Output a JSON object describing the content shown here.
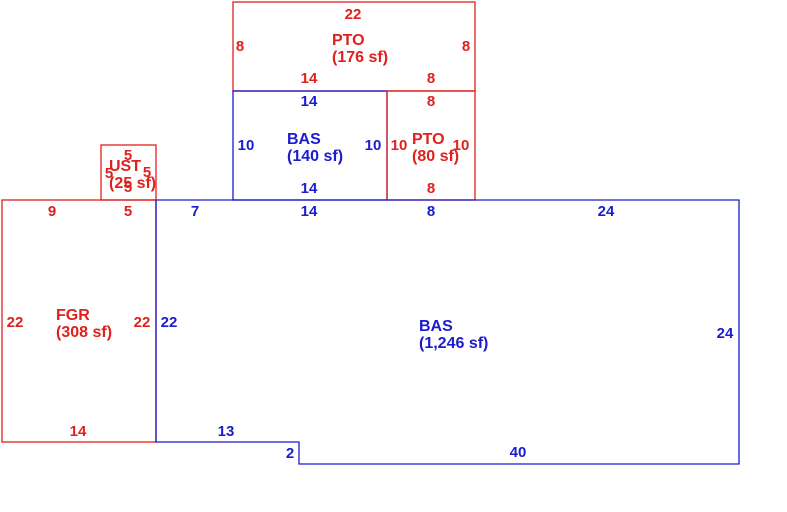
{
  "colors": {
    "red": "#e0201c",
    "blue": "#1b1bd0",
    "background": "#ffffff"
  },
  "areas": {
    "pto_large": {
      "code": "PTO",
      "area": "(176 sf)"
    },
    "bas_small": {
      "code": "BAS",
      "area": "(140 sf)"
    },
    "pto_small": {
      "code": "PTO",
      "area": "(80 sf)"
    },
    "ust": {
      "code": "UST",
      "area": "(25 sf)"
    },
    "fgr": {
      "code": "FGR",
      "area": "(308 sf)"
    },
    "bas_main": {
      "code": "BAS",
      "area": "(1,246 sf)"
    }
  },
  "dims": {
    "pto_large_top": "22",
    "pto_large_left": "8",
    "pto_large_right": "8",
    "pto_large_bottom_left": "14",
    "pto_large_bottom_right": "8",
    "bas_small_top": "14",
    "bas_small_left": "10",
    "bas_small_right": "10",
    "bas_small_bottom": "14",
    "pto_small_top": "8",
    "pto_small_left": "10",
    "pto_small_right": "10",
    "pto_small_bottom": "8",
    "ust_top": "5",
    "ust_left": "5",
    "ust_right": "5",
    "ust_bottom": "5",
    "ust_base": "5",
    "fgr_top": "9",
    "fgr_left": "22",
    "fgr_right": "22",
    "fgr_bottom": "14",
    "bas_main_top_left": "7",
    "bas_main_top_mid": "14",
    "bas_main_top_right_a": "8",
    "bas_main_top_right_b": "24",
    "bas_main_left": "22",
    "bas_main_right": "24",
    "bas_main_bottom_left": "13",
    "bas_main_step": "2",
    "bas_main_bottom": "40"
  }
}
